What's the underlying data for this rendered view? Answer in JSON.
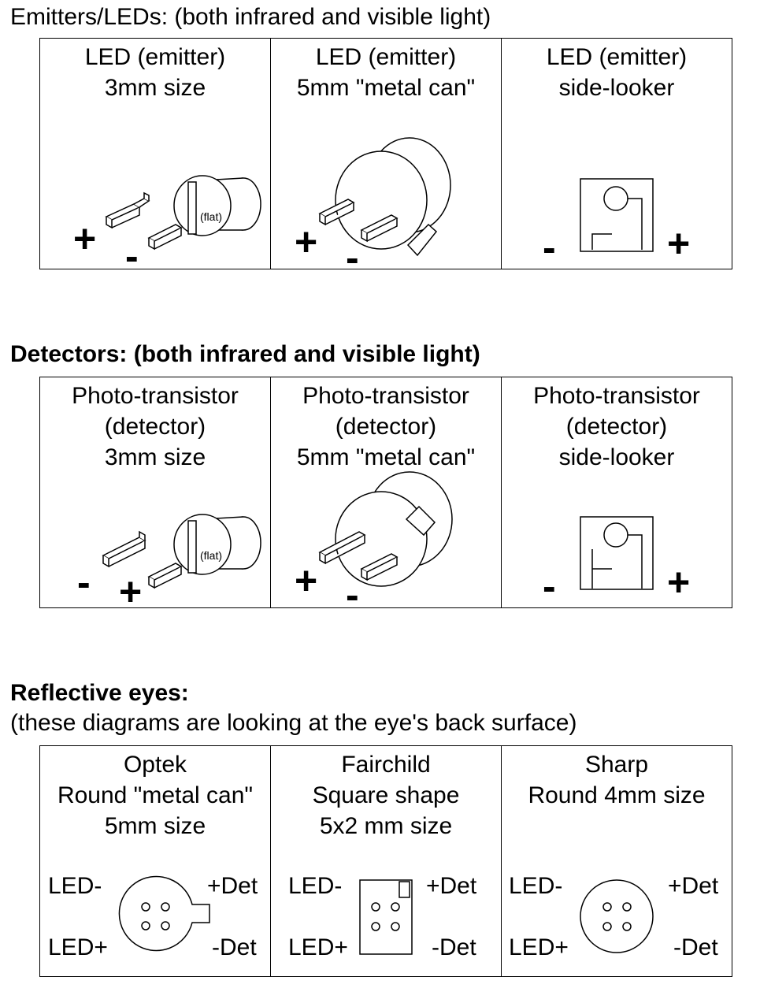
{
  "sections": {
    "emitters": {
      "heading": "Emitters/LEDs: (both infrared and visible light)",
      "cells": [
        {
          "line1": "LED (emitter)",
          "line2": "3mm size",
          "pins": [
            "+",
            "-"
          ],
          "note": "(flat)"
        },
        {
          "line1": "LED (emitter)",
          "line2": "5mm \"metal can\"",
          "pins": [
            "+",
            "-"
          ]
        },
        {
          "line1": "LED (emitter)",
          "line2": "side-looker",
          "pins": [
            "-",
            "+"
          ]
        }
      ]
    },
    "detectors": {
      "heading": "Detectors: (both infrared and visible light)",
      "cells": [
        {
          "line1": "Photo-transistor",
          "line2": "(detector)",
          "line3": "3mm size",
          "pins": [
            "-",
            "+"
          ],
          "note": "(flat)"
        },
        {
          "line1": "Photo-transistor",
          "line2": "(detector)",
          "line3": "5mm \"metal can\"",
          "pins": [
            "+",
            "-"
          ]
        },
        {
          "line1": "Photo-transistor",
          "line2": "(detector)",
          "line3": "side-looker",
          "pins": [
            "-",
            "+"
          ]
        }
      ]
    },
    "reflective": {
      "heading": "Reflective eyes:",
      "subheading": "(these diagrams are looking at the eye's back surface)",
      "cells": [
        {
          "line1": "Optek",
          "line2": "Round \"metal can\"",
          "line3": "5mm size",
          "led_minus": "LED-",
          "led_plus": "LED+",
          "det_plus": "+Det",
          "det_minus": "-Det"
        },
        {
          "line1": "Fairchild",
          "line2": "Square shape",
          "line3": "5x2 mm size",
          "led_minus": "LED-",
          "led_plus": "LED+",
          "det_plus": "+Det",
          "det_minus": "-Det"
        },
        {
          "line1": "Sharp",
          "line2": "Round 4mm size",
          "led_minus": "LED-",
          "led_plus": "LED+",
          "det_plus": "+Det",
          "det_minus": "-Det"
        }
      ]
    }
  }
}
